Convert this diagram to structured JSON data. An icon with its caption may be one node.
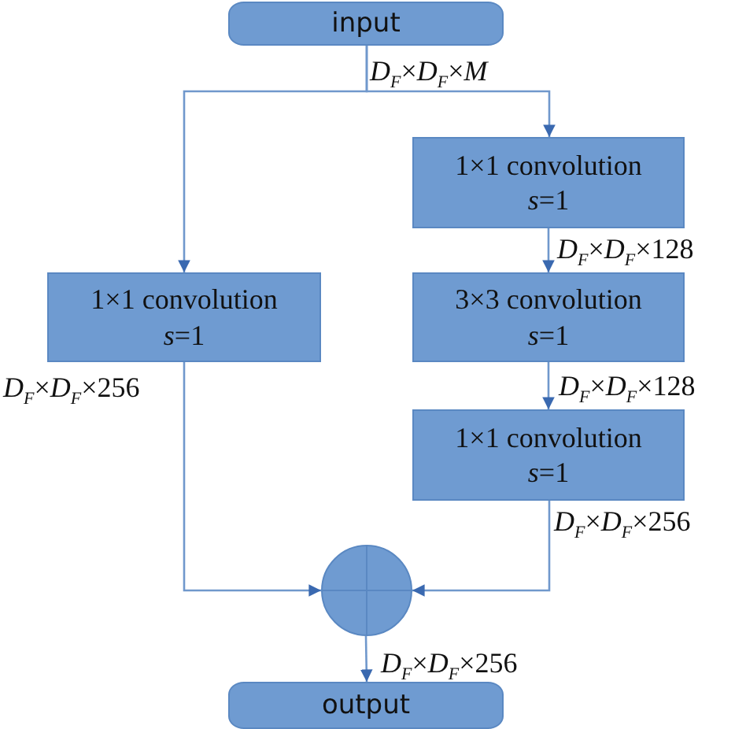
{
  "diagram": {
    "nodes": [
      {
        "text": [
          "input"
        ]
      },
      {
        "text": [
          "1×1 convolution",
          "*s*=1"
        ]
      },
      {
        "text": [
          "1×1 convolution",
          "*s*=1"
        ]
      },
      {
        "text": [
          "3×3 convolution",
          "*s*=1"
        ]
      },
      {
        "text": [
          "1×1 convolution",
          "*s*=1"
        ]
      },
      {
        "text": [],
        "shape": "circle"
      },
      {
        "text": [
          "output"
        ]
      }
    ],
    "edges": [
      {
        "from": 0,
        "to": 1,
        "arrow": "to"
      },
      {
        "from": 0,
        "to": 2,
        "arrow": "to",
        "label": "*D*$_{F}$×*D*$_{F}$×*M*"
      },
      {
        "from": 2,
        "to": 3,
        "arrow": "to",
        "label": "*D*$_{F}$×*D*$_{F}$×128"
      },
      {
        "from": 3,
        "to": 4,
        "arrow": "to",
        "label": "*D*$_{F}$×*D*$_{F}$×128"
      },
      {
        "from": 1,
        "to": 5,
        "arrow": "to",
        "label": "*D*$_{F}$×*D*$_{F}$×256"
      },
      {
        "from": 4,
        "to": 5,
        "arrow": "to",
        "label": "*D*$_{F}$×*D*$_{F}$×256"
      },
      {
        "from": 5,
        "to": 6,
        "arrow": "to",
        "label": "*D*$_{F}$×*D*$_{F}$×256"
      }
    ]
  }
}
